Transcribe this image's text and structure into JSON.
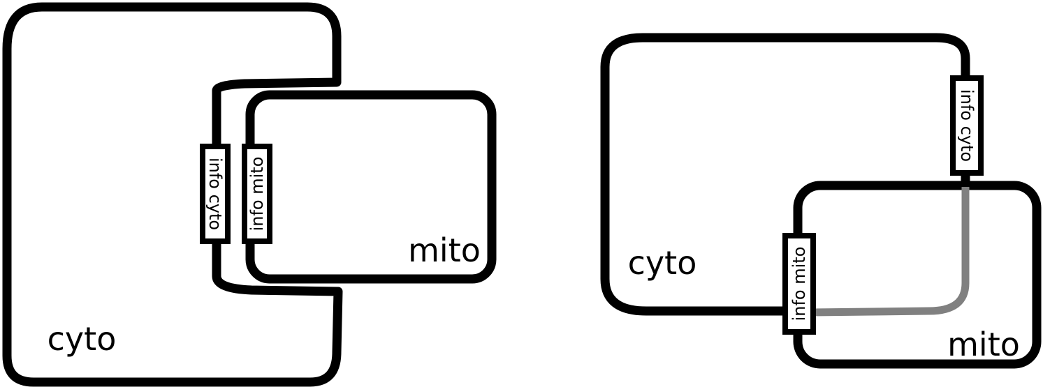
{
  "diagrams": [
    {
      "outer_label": "cyto",
      "inner_label": "mito",
      "outer_port_label": "info cyto",
      "inner_port_label": "info mito"
    },
    {
      "outer_label": "cyto",
      "inner_label": "mito",
      "outer_port_label": "info cyto",
      "inner_port_label": "info mito"
    }
  ],
  "colors": {
    "line": "#000000",
    "hidden_line": "#808080",
    "background": "#ffffff"
  }
}
